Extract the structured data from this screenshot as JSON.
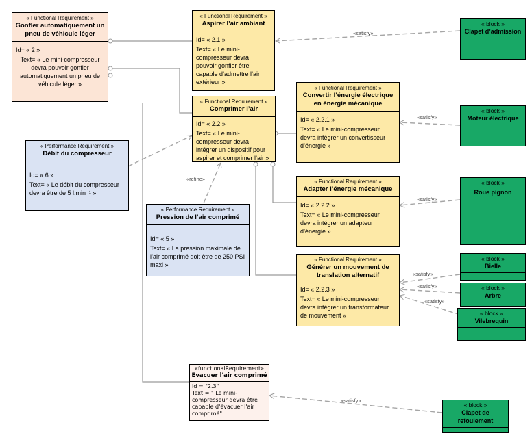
{
  "requirements": {
    "r2": {
      "stereo": "« Functional Requirement »",
      "name": "Gonfler automatiquement un pneu de véhicule léger",
      "id": "Id= « 2 »",
      "text": "Text= « Le mini-compresseur devra pouvoir gonfler automatiquement un pneu de véhicule léger »"
    },
    "r21": {
      "stereo": "« Functional Requirement »",
      "name": "Aspirer l’air ambiant",
      "id": "Id= « 2.1 »",
      "text": "Text= « Le mini-compresseur devra pouvoir gonfler être capable d’admettre l’air extérieur »"
    },
    "r22": {
      "stereo": "« Functional Requirement »",
      "name": "Comprimer l’air",
      "id": "Id= « 2.2 »",
      "text": "Text= « Le mini-compresseur devra intégrer un dispositif pour aspirer et comprimer l’air »"
    },
    "r221": {
      "stereo": "« Functional Requirement »",
      "name": "Convertir l’énergie électrique en énergie mécanique",
      "id": "Id= « 2.2.1 »",
      "text": "Text= « Le mini-compresseur devra intégrer un convertisseur d’énergie »"
    },
    "r222": {
      "stereo": "« Functional Requirement »",
      "name": "Adapter l’énergie mécanique",
      "id": "Id= « 2.2.2 »",
      "text": "Text= « Le mini-compresseur devra intégrer un adapteur d’énergie »"
    },
    "r223": {
      "stereo": "« Functional Requirement »",
      "name": "Générer un mouvement de translation alternatif",
      "id": "Id= « 2.2.3 »",
      "text": "Text= « Le mini-compresseur devra intégrer un transformateur de mouvement »"
    },
    "r6": {
      "stereo": "« Performance Requirement »",
      "name": "Débit du compresseur",
      "id": "Id= « 6 »",
      "text": "Text= « Le débit du compresseur devra être de 5 l.min⁻¹ »"
    },
    "r5": {
      "stereo": "« Performance Requirement »",
      "name": "Pression de l’air comprimé",
      "id": "Id= « 5 »",
      "text": "Text= « La pression maximale de l’air comprimé doit être de 250 PSI maxi »"
    },
    "r23": {
      "stereo": "«functionalRequirement»",
      "name": "Evacuer l'air comprimé",
      "id": "Id = \"2.3\"",
      "text": "Text = \" Le mini-compresseur devra être capable d'évacuer l'air comprimé\""
    }
  },
  "blocks": {
    "b1": {
      "stereo": "« block »",
      "name": "Clapet d’admission"
    },
    "b2": {
      "stereo": "« block »",
      "name": "Moteur électrique"
    },
    "b3": {
      "stereo": "« block »",
      "name": "Roue pignon"
    },
    "b4": {
      "stereo": "« block »",
      "name": "Bielle"
    },
    "b5": {
      "stereo": "« block »",
      "name": "Arbre"
    },
    "b6": {
      "stereo": "« block »",
      "name": "Vilebrequin"
    },
    "b7": {
      "stereo": "« block »",
      "name": "Clapet de refoulement"
    }
  },
  "labels": {
    "satisfy1": "«satisfy»",
    "satisfy2": "«satisfy»",
    "satisfy3": "«satisfy»",
    "satisfy4": "«satisfy»",
    "satisfy5": "«satisfy»",
    "satisfy6": "«satisfy»",
    "satisfy7": "«satisfy»",
    "refine": "«refine»"
  }
}
